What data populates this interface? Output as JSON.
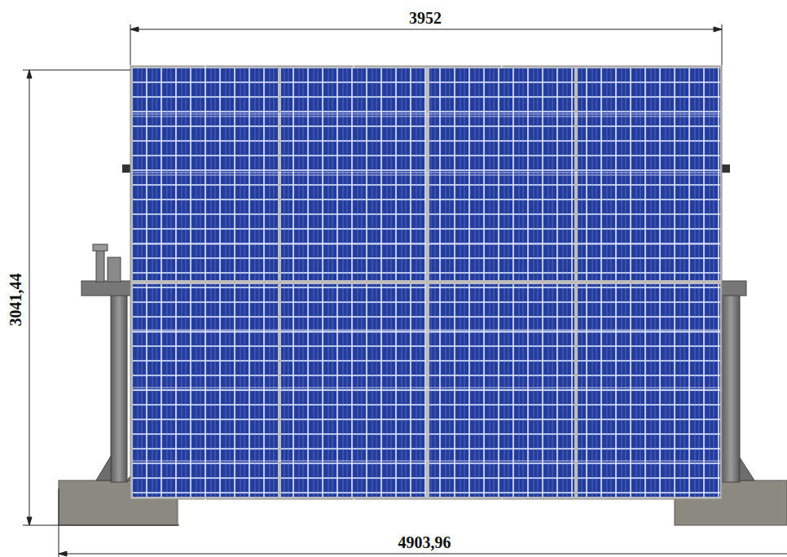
{
  "diagram": {
    "labels": [
      "3952",
      "3041,44",
      "4903,96"
    ]
  }
}
